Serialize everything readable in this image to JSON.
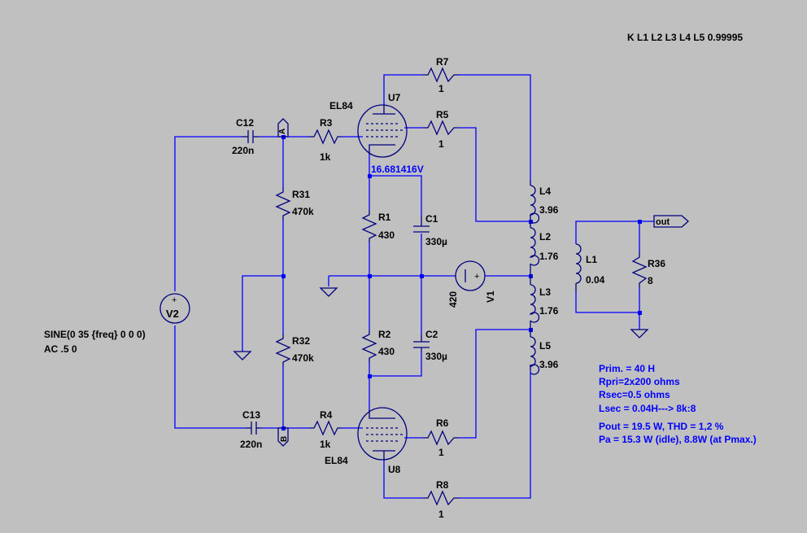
{
  "directive": "K L1 L2 L3 L4 L5 0.99995",
  "source_v2": {
    "name": "V2",
    "line1": "SINE(0 35 {freq} 0 0 0)",
    "line2": "AC .5 0"
  },
  "source_v1": {
    "name": "V1",
    "value": "420"
  },
  "tube_top": {
    "name": "U7",
    "model": "EL84"
  },
  "tube_bottom": {
    "name": "U8",
    "model": "EL84"
  },
  "node_voltage": "16.681416V",
  "labels": {
    "a": "A",
    "b": "B",
    "out": "out"
  },
  "components": {
    "R7": {
      "name": "R7",
      "value": "1"
    },
    "R5": {
      "name": "R5",
      "value": "1"
    },
    "R3": {
      "name": "R3",
      "value": "1k"
    },
    "C12": {
      "name": "C12",
      "value": "220n"
    },
    "R31": {
      "name": "R31",
      "value": "470k"
    },
    "R1": {
      "name": "R1",
      "value": "430"
    },
    "C1": {
      "name": "C1",
      "value": "330µ"
    },
    "L4": {
      "name": "L4",
      "value": "3.96"
    },
    "L2": {
      "name": "L2",
      "value": "1.76"
    },
    "L1": {
      "name": "L1",
      "value": "0.04"
    },
    "R36": {
      "name": "R36",
      "value": "8"
    },
    "L3": {
      "name": "L3",
      "value": "1.76"
    },
    "L5": {
      "name": "L5",
      "value": "3.96"
    },
    "R32": {
      "name": "R32",
      "value": "470k"
    },
    "R2": {
      "name": "R2",
      "value": "430"
    },
    "C2": {
      "name": "C2",
      "value": "330µ"
    },
    "C13": {
      "name": "C13",
      "value": "220n"
    },
    "R4": {
      "name": "R4",
      "value": "1k"
    },
    "R6": {
      "name": "R6",
      "value": "1"
    },
    "R8": {
      "name": "R8",
      "value": "1"
    }
  },
  "notes": [
    "Prim. = 40 H",
    "Rpri=2x200 ohms",
    "Rsec=0.5 ohms",
    "Lsec = 0.04H--->  8k:8",
    "Pout = 19.5 W, THD = 1,2 %",
    "Pa = 15.3 W (idle), 8.8W (at Pmax.)"
  ],
  "colors": {
    "background": "#c0c0c0",
    "wire": "#0000ff",
    "symbol": "#000080",
    "text": "#000000",
    "note": "#0000ff"
  }
}
